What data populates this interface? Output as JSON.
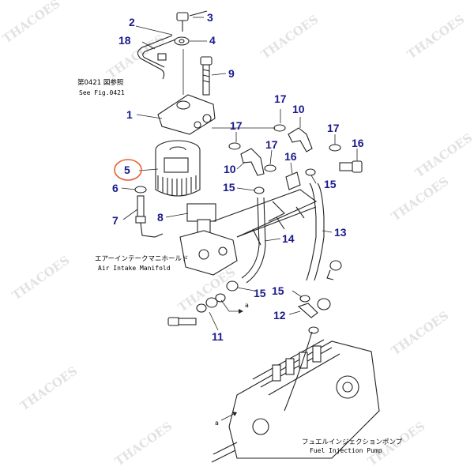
{
  "watermark": "THACOES",
  "callouts": [
    {
      "id": "1",
      "color": "#1a1a8c"
    },
    {
      "id": "2",
      "color": "#1a1a8c"
    },
    {
      "id": "3",
      "color": "#1a1a8c"
    },
    {
      "id": "4",
      "color": "#1a1a8c"
    },
    {
      "id": "5",
      "color": "#1a1a8c"
    },
    {
      "id": "6",
      "color": "#1a1a8c"
    },
    {
      "id": "7",
      "color": "#1a1a8c"
    },
    {
      "id": "8",
      "color": "#1a1a8c"
    },
    {
      "id": "9",
      "color": "#1a1a8c"
    },
    {
      "id": "10",
      "color": "#1a1a8c"
    },
    {
      "id": "11",
      "color": "#1a1a8c"
    },
    {
      "id": "12",
      "color": "#1a1a8c"
    },
    {
      "id": "13",
      "color": "#1a1a8c"
    },
    {
      "id": "14",
      "color": "#1a1a8c"
    },
    {
      "id": "15",
      "color": "#1a1a8c"
    },
    {
      "id": "16",
      "color": "#1a1a8c"
    },
    {
      "id": "17",
      "color": "#1a1a8c"
    },
    {
      "id": "18",
      "color": "#1a1a8c"
    }
  ],
  "highlight": {
    "callout": "5",
    "color": "#e8603a"
  },
  "labels": {
    "see_fig_jp": "第0421 図参照",
    "see_fig_en": "See Fig.0421",
    "air_intake_jp": "エアーインテークマニホールド",
    "air_intake_en": "Air Intake Manifold",
    "fuel_pump_jp": "フュエルインジェクションポンプ",
    "fuel_pump_en": "Fuel Injection Pump",
    "ref_a": "a"
  }
}
